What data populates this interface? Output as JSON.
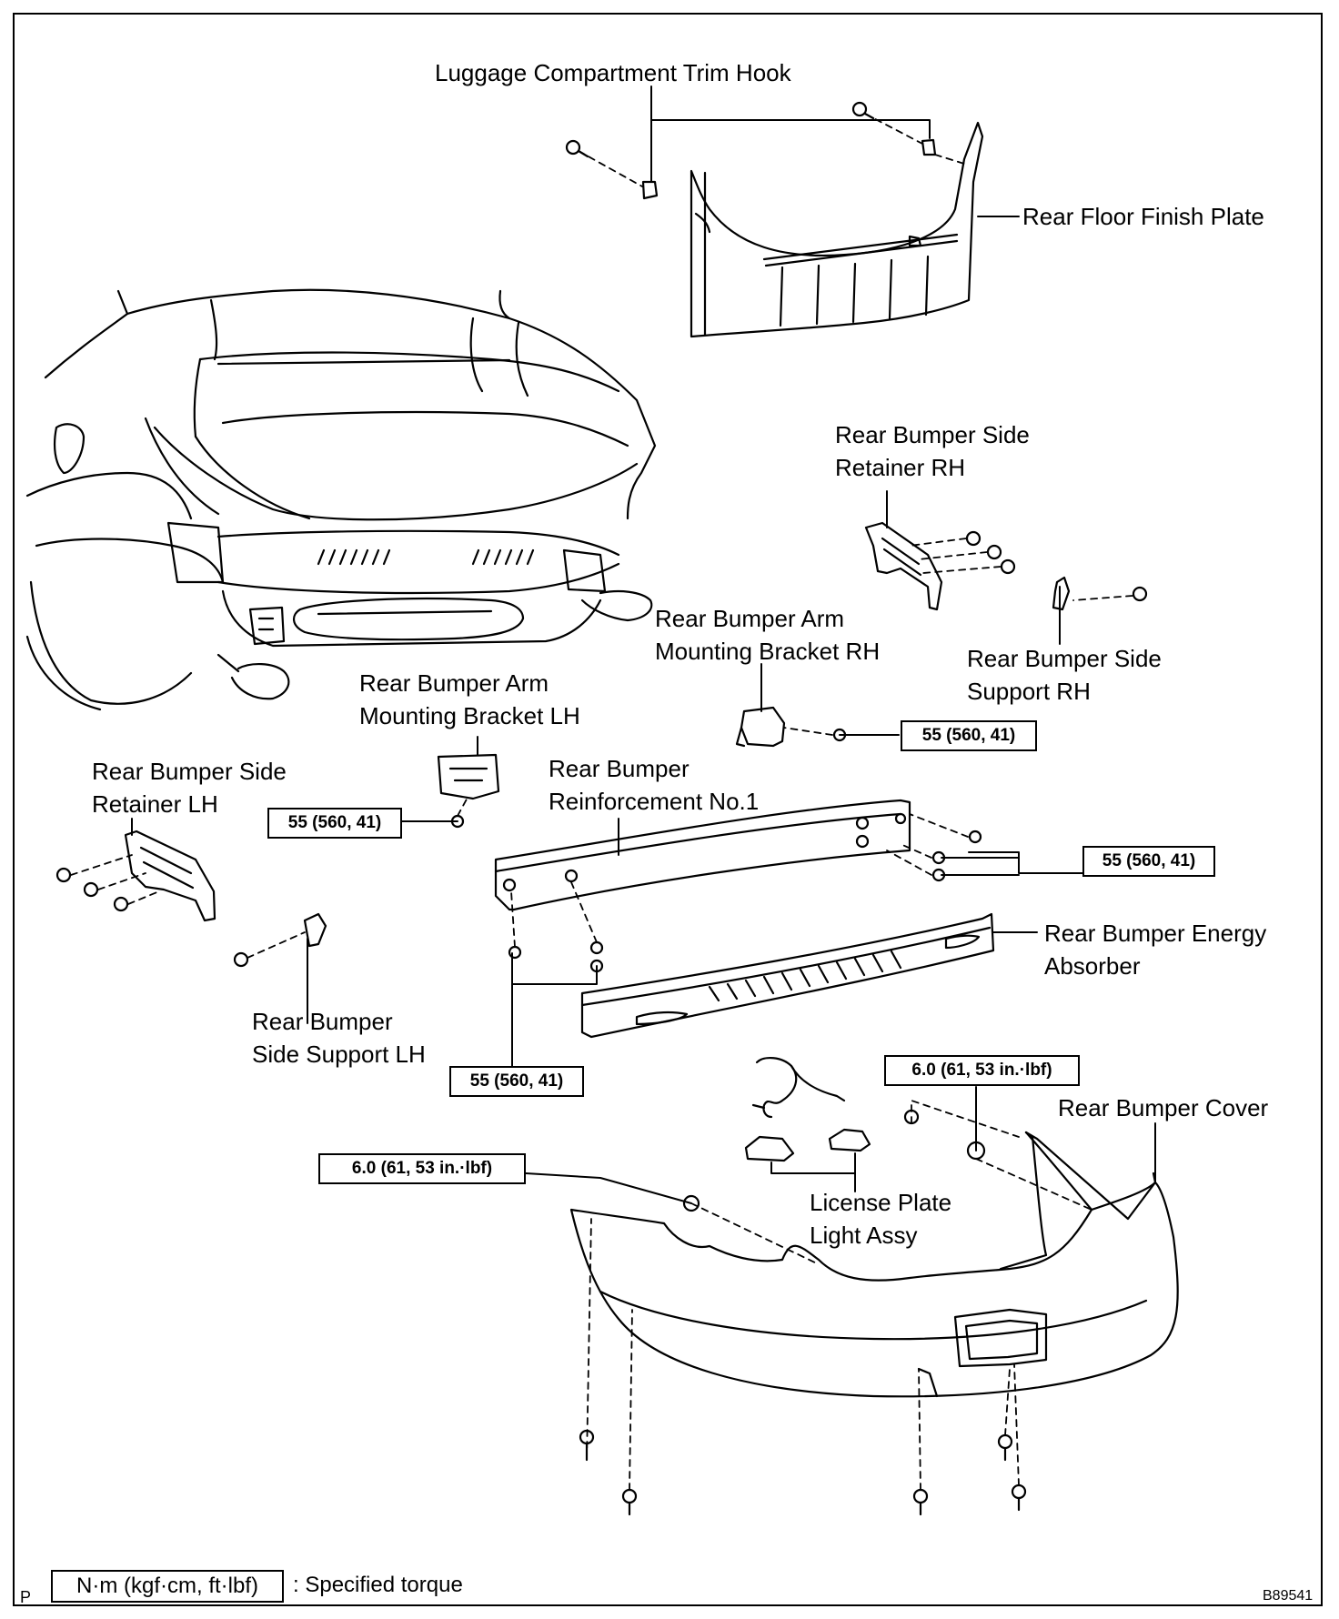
{
  "labels": {
    "trim_hook": "Luggage Compartment Trim Hook",
    "floor_plate": "Rear Floor Finish Plate",
    "side_retainer_rh": "Rear Bumper Side\nRetainer RH",
    "arm_bracket_rh": "Rear Bumper Arm\nMounting Bracket RH",
    "side_support_rh": "Rear Bumper Side\nSupport RH",
    "arm_bracket_lh": "Rear Bumper Arm\nMounting Bracket LH",
    "side_retainer_lh": "Rear Bumper Side\nRetainer LH",
    "reinforcement": "Rear Bumper\nReinforcement No.1",
    "energy_absorber": "Rear Bumper Energy\nAbsorber",
    "side_support_lh": "Rear Bumper\nSide Support LH",
    "bumper_cover": "Rear Bumper Cover",
    "license_light": "License Plate\nLight Assy"
  },
  "torques": {
    "t55": "55 (560, 41)",
    "t6": "6.0 (61, 53 in.·lbf)"
  },
  "legend": {
    "unit": "N·m (kgf·cm, ft·lbf)",
    "meaning": ": Specified torque"
  },
  "corner": {
    "left": "P",
    "code": "B89541"
  }
}
